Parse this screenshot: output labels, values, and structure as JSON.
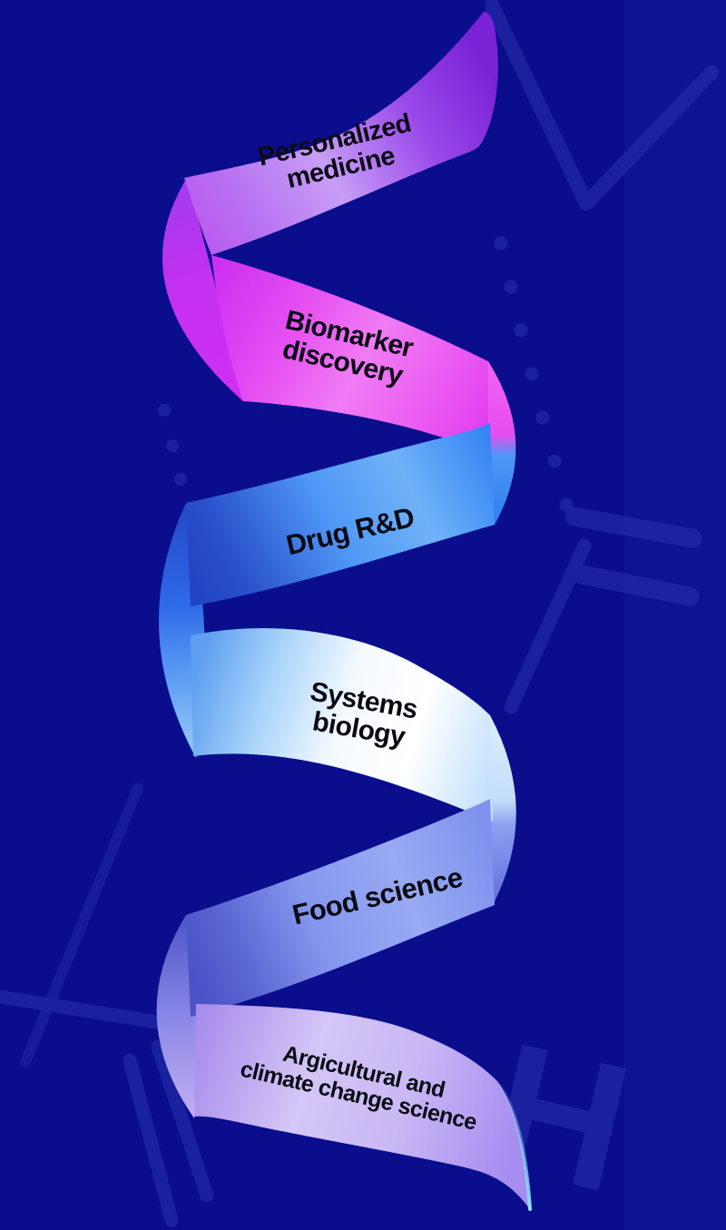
{
  "background": {
    "color": "#0a0e8c",
    "decor_line_color": "#2b34b0",
    "hydrogen_letter": "H"
  },
  "ribbon": {
    "text_color": "#0b0b15",
    "tail_highlight_color": "#8fe0ff",
    "segments": [
      {
        "id": "personalized-medicine",
        "lines": [
          "Personalized",
          "medicine"
        ],
        "color": "#b26ef0"
      },
      {
        "id": "biomarker-discovery",
        "lines": [
          "Biomarker",
          "discovery"
        ],
        "color": "#ee6ff2"
      },
      {
        "id": "drug-rd",
        "lines": [
          "Drug R&D"
        ],
        "color": "#4f97f5"
      },
      {
        "id": "systems-biology",
        "lines": [
          "Systems",
          "biology"
        ],
        "color": "#f4faff"
      },
      {
        "id": "food-science",
        "lines": [
          "Food science"
        ],
        "color": "#8a9ef0"
      },
      {
        "id": "agricultural-climate-science",
        "lines": [
          "Argicultural and",
          "climate change science"
        ],
        "color": "#c6b5f3"
      }
    ]
  }
}
